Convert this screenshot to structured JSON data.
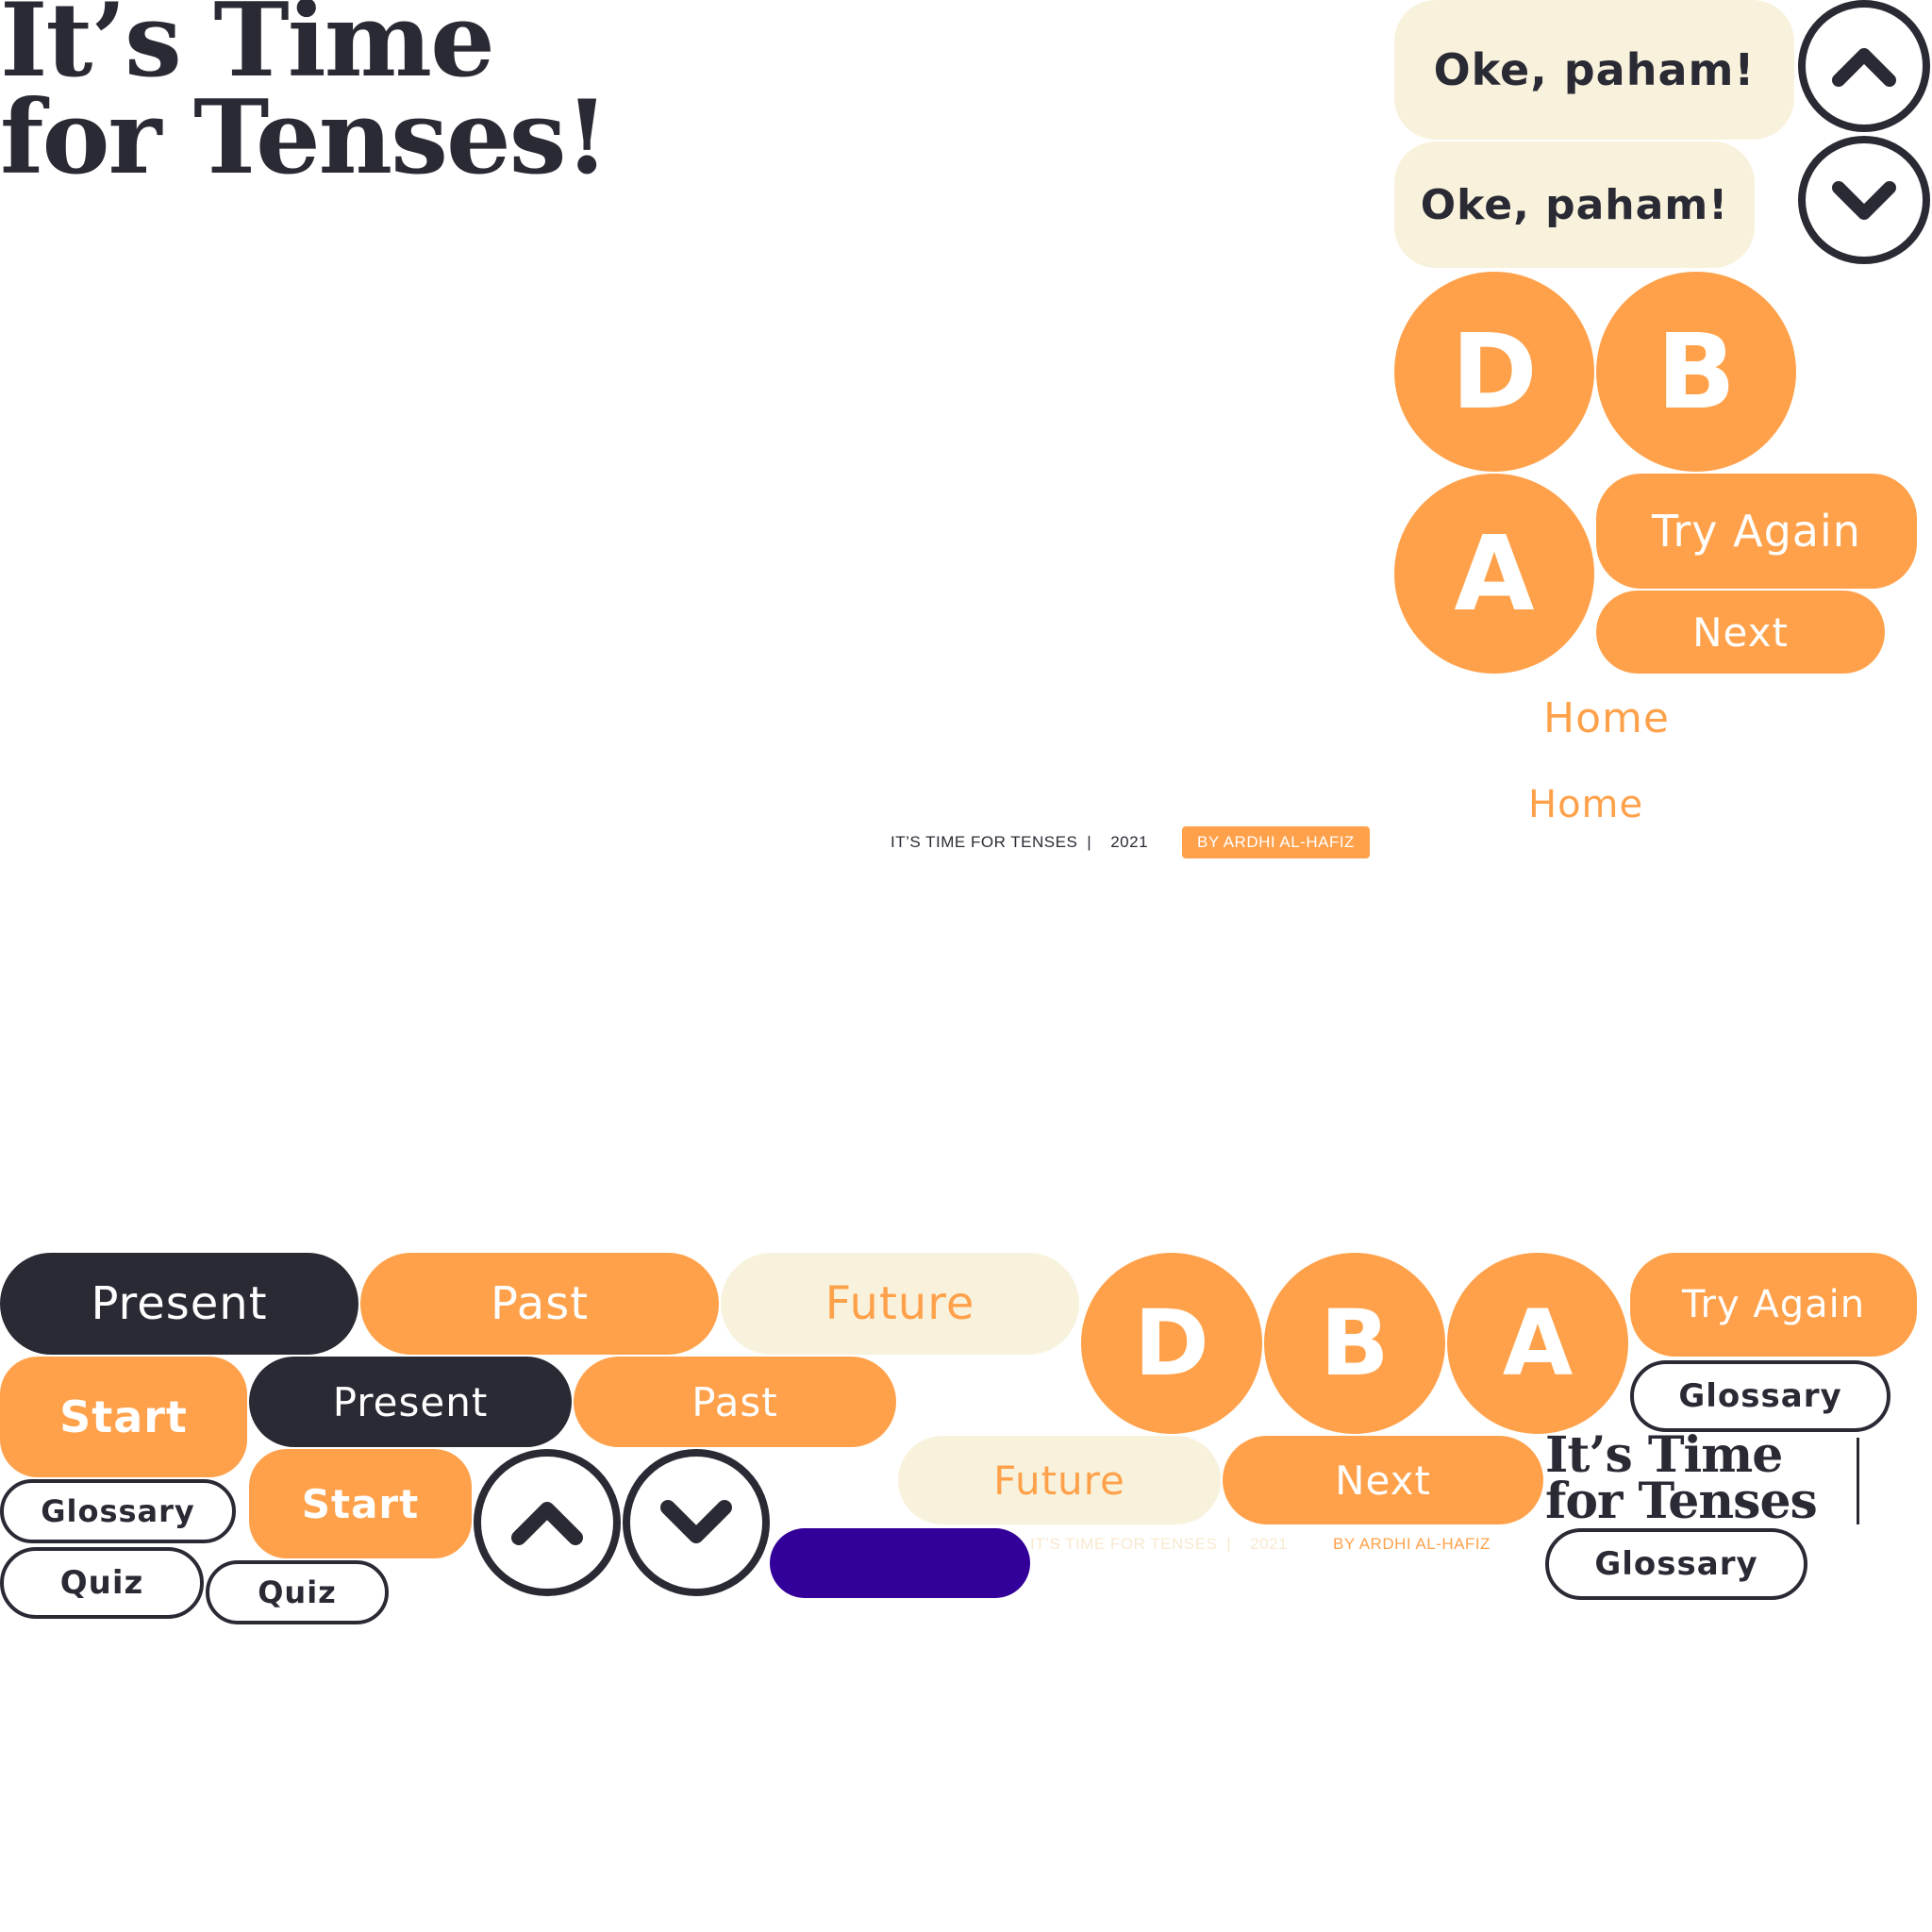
{
  "title": {
    "line1": "It’s Time",
    "line2": "for Tenses!"
  },
  "small_title": {
    "line1": "It’s Time",
    "line2": "for Tenses"
  },
  "confirm": {
    "label1": "Oke, paham!",
    "label2": "Oke, paham!"
  },
  "answers": {
    "d": "D",
    "b": "B",
    "a": "A"
  },
  "actions": {
    "try_again": "Try Again",
    "next": "Next",
    "home1": "Home",
    "home2": "Home",
    "start": "Start",
    "glossary": "Glossary",
    "quiz": "Quiz"
  },
  "tenses": {
    "present": "Present",
    "past": "Past",
    "future": "Future"
  },
  "footer": {
    "app": "IT’S TIME FOR TENSES",
    "separator": "|",
    "year": "2021",
    "author": "BY ARDHI AL-HAFIZ"
  },
  "icons": {
    "up": "chevron-up-icon",
    "down": "chevron-down-icon"
  },
  "colors": {
    "dark": "#2a2a35",
    "orange": "#FFA14A",
    "cream": "#F8F2DC",
    "purple": "#330099"
  }
}
